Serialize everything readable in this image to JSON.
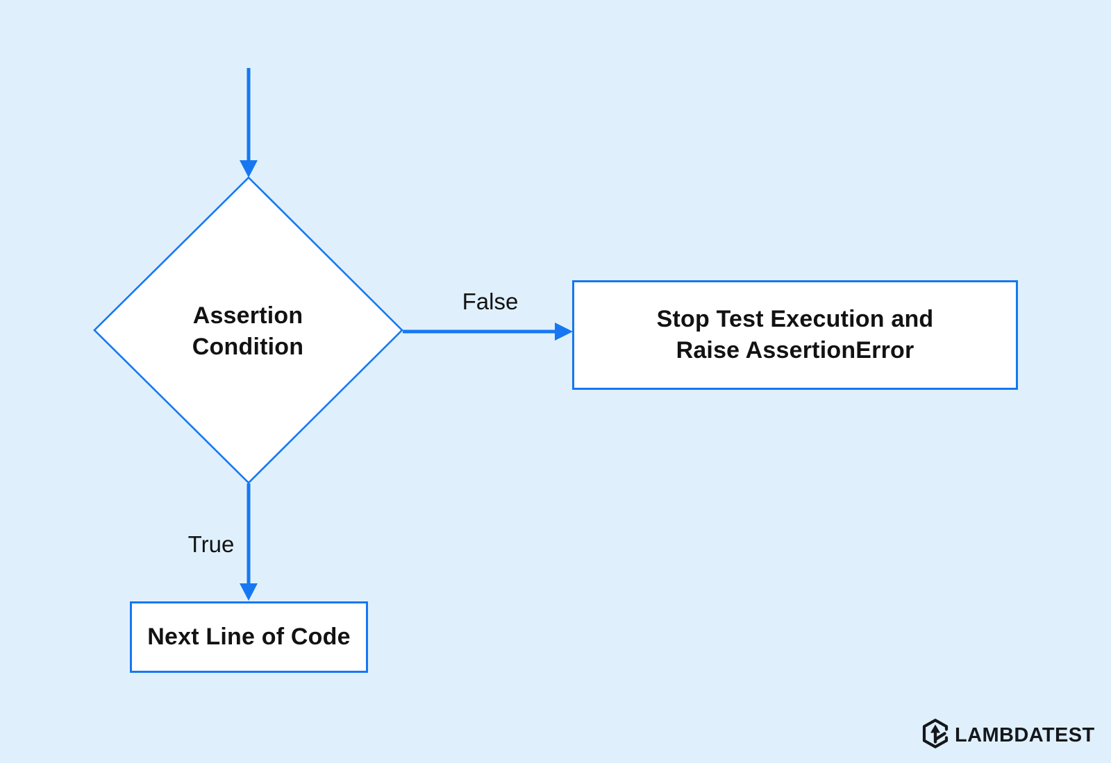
{
  "page": {
    "background_color": "#dff0fc",
    "accent_color": "#1677f2",
    "text_color": "#121212",
    "node_fill_color": "#ffffff"
  },
  "flowchart": {
    "decision_node": {
      "line1": "Assertion",
      "line2": "Condition"
    },
    "false_edge": {
      "label": "False"
    },
    "false_node": {
      "line1": "Stop Test Execution and",
      "line2": "Raise AssertionError"
    },
    "true_edge": {
      "label": "True"
    },
    "true_node": {
      "label": "Next Line of Code"
    }
  },
  "branding": {
    "icon": "lambdatest-logo-icon",
    "wordmark": "LAMBDATEST"
  }
}
